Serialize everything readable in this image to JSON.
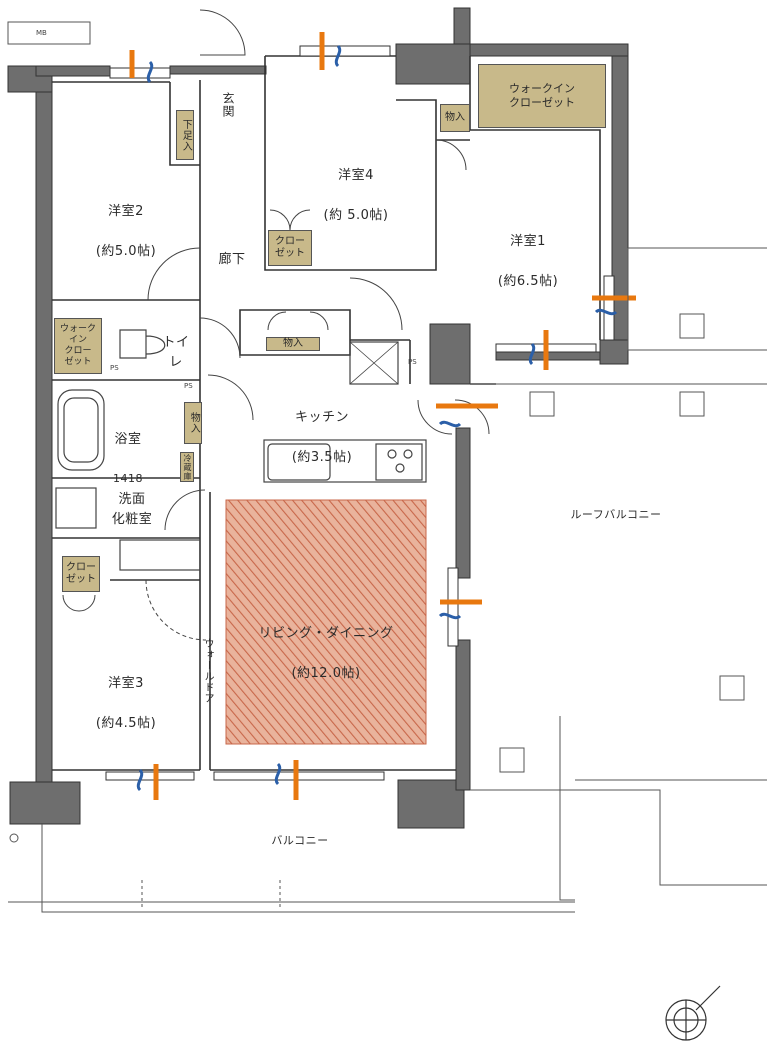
{
  "rooms": {
    "western1": {
      "name": "洋室1",
      "size": "(約6.5帖)"
    },
    "western2": {
      "name": "洋室2",
      "size": "(約5.0帖)"
    },
    "western3": {
      "name": "洋室3",
      "size": "(約4.5帖)"
    },
    "western4": {
      "name": "洋室4",
      "size": "(約 5.0帖)"
    },
    "kitchen": {
      "name": "キッチン",
      "size": "(約3.5帖)"
    },
    "living": {
      "name": "リビング・ダイニング",
      "size": "(約12.0帖)"
    },
    "bath": {
      "name": "浴室",
      "size": "1418"
    },
    "washroom": {
      "name": "洗面\n化粧室"
    },
    "toilet": {
      "name": "トイレ"
    },
    "entrance": {
      "name": "玄関"
    },
    "hallway": {
      "name": "廊下"
    },
    "balcony": {
      "name": "バルコニー"
    },
    "roof_balcony": {
      "name": "ルーフバルコニー"
    }
  },
  "storage": {
    "walkin_top": "ウォークイン\nクローゼット",
    "walkin_left": "ウォーク\nイン\nクロー\nゼット",
    "closet_w4": "クロー\nゼット",
    "closet_w3": "クロー\nゼット",
    "storage_w1": "物入",
    "storage_hall": "物入",
    "storage_bath": "物入",
    "shoe_box": "下足入",
    "refrigerator": "冷蔵庫"
  },
  "annotations": {
    "wall_door": "ウォールドア",
    "mb": "MB",
    "ps1": "PS",
    "ps2": "PS",
    "ps3": "PS"
  },
  "colors": {
    "wall": "#6e6e6e",
    "storage": "#c8b98a",
    "living_hatch": "#d88a6e",
    "sash_orange": "#e8780f",
    "sash_blue": "#2b5fa8"
  }
}
